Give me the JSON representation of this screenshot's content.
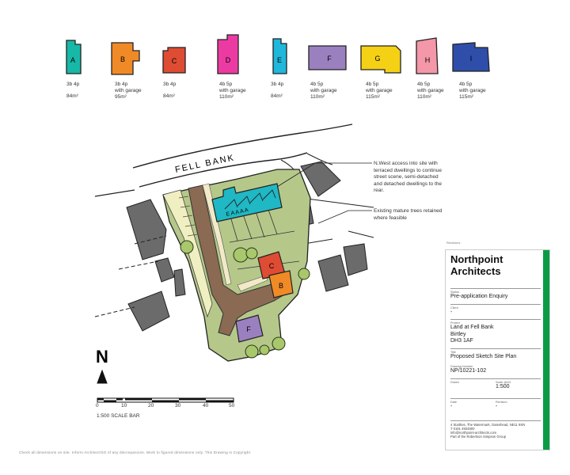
{
  "house_types": [
    {
      "letter": "A",
      "beds": "3b 4p",
      "garage": "",
      "area": "84m²",
      "color": "#17b8a7"
    },
    {
      "letter": "B",
      "beds": "3b 4p",
      "garage": "with garage",
      "area": "95m²",
      "color": "#f08a26"
    },
    {
      "letter": "C",
      "beds": "3b 4p",
      "garage": "",
      "area": "84m²",
      "color": "#de4c33"
    },
    {
      "letter": "D",
      "beds": "4b 5p",
      "garage": "with garage",
      "area": "110m²",
      "color": "#ec3aa3"
    },
    {
      "letter": "E",
      "beds": "3b 4p",
      "garage": "",
      "area": "84m²",
      "color": "#1fb8dc"
    },
    {
      "letter": "F",
      "beds": "4b 5p",
      "garage": "with garage",
      "area": "110m²",
      "color": "#9b80c0"
    },
    {
      "letter": "G",
      "beds": "4b 5p",
      "garage": "with garage",
      "area": "115m²",
      "color": "#f5d116"
    },
    {
      "letter": "H",
      "beds": "4b 5p",
      "garage": "with garage",
      "area": "110m²",
      "color": "#f497a8"
    },
    {
      "letter": "I",
      "beds": "4b 5p",
      "garage": "with garage",
      "area": "115m²",
      "color": "#2e4ea9"
    }
  ],
  "site_plan": {
    "road_name": "FELL BANK",
    "terrace_label": "E A A A A",
    "plot_c": "C",
    "plot_b": "B",
    "plot_f": "F",
    "note_1": "N.West access into site with terraced dwellings to continue street scene, semi-detached and detached dwellings to the rear.",
    "note_2": "Existing mature trees retained where feasible",
    "north_letter": "N",
    "scale_ticks": [
      "0",
      "10",
      "20",
      "30",
      "40",
      "50"
    ],
    "scale_label": "1:500 SCALE BAR"
  },
  "title_block": {
    "revisions_label": "Revisions",
    "brand_line1": "Northpoint",
    "brand_line2": "Architects",
    "status_caption": "Status",
    "status_value": "Pre-application Enquiry",
    "client_caption": "Client",
    "client_value": "-",
    "project_caption": "Project",
    "project_line1": "Land at Fell Bank",
    "project_line2": "Birtley",
    "project_line3": "DH3 1AF",
    "title_caption": "Title",
    "title_value": "Proposed Sketch Site Plan",
    "drawing_caption": "Drawing Number",
    "drawing_value": "NP/10221-102",
    "drawn_caption": "Drawn",
    "drawn_value": "",
    "scale_caption": "Scale @A3",
    "scale_value": "1:500",
    "date_caption": "Date",
    "date_value": "-",
    "revision_caption": "Revision",
    "revision_value": "-",
    "address": "4 Staithes, The Watermark, Gateshead, NE11 9SN",
    "phone": "T 0191 4934800",
    "email": "info@northpoint-architects.com",
    "group": "Part of the Robertson Simpson Group"
  },
  "disclaimer": "Check all dimensions on site. Inform Architect/SO of any discrepancies. Work to figured dimensions only. This Drawing is Copyright.",
  "colors": {
    "brand_green": "#0a9b45",
    "grass": "#b5c88a",
    "path_brown": "#8a6a52",
    "building_grey": "#6b6b6b"
  }
}
